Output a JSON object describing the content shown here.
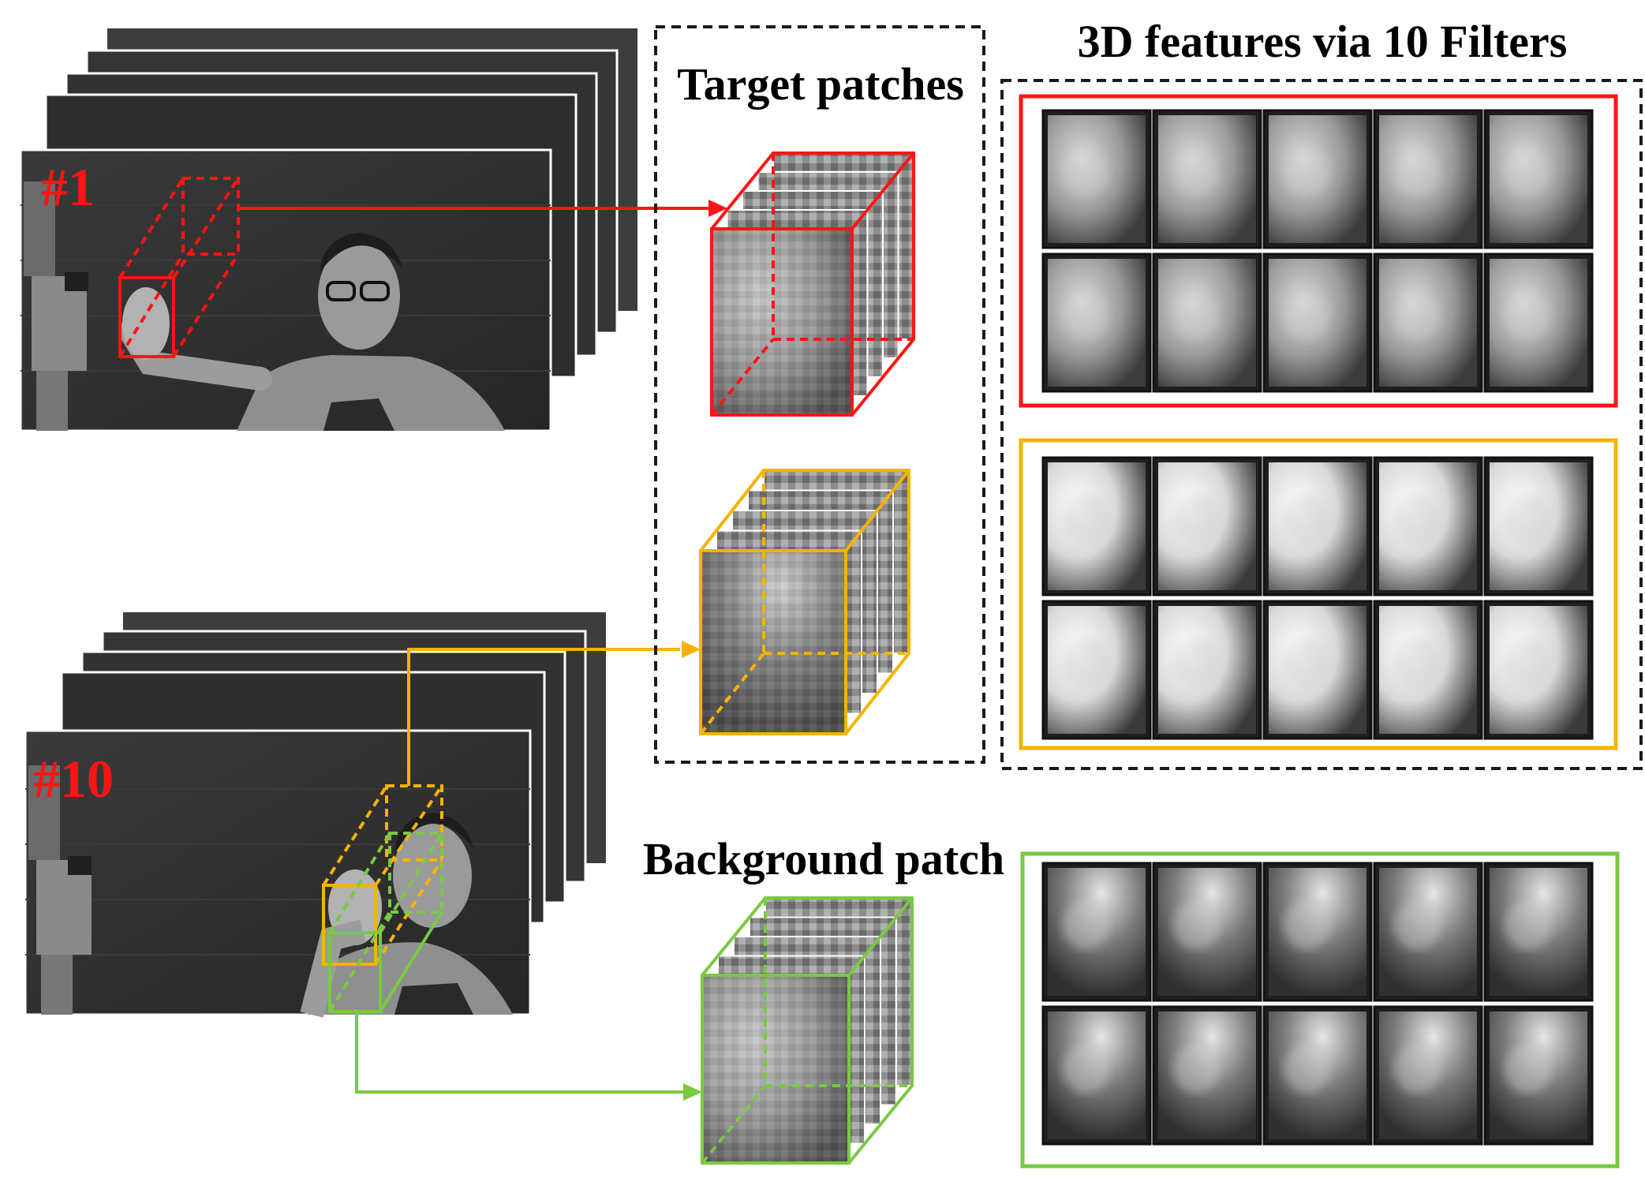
{
  "labels": {
    "features_title": "3D features via 10 Filters",
    "target_patches": "Target patches",
    "background_patch": "Background patch",
    "frame_first": "#1",
    "frame_tenth": "#10"
  },
  "colors": {
    "target_first": "#ff1414",
    "target_tenth": "#f5b300",
    "background": "#7ac943",
    "dashed_box": "#1a1a1a",
    "label_red": "#ff1414"
  },
  "feature_groups": [
    {
      "name": "target-first",
      "color_key": "target_first",
      "rows": 2,
      "cols": 5
    },
    {
      "name": "target-tenth",
      "color_key": "target_tenth",
      "rows": 2,
      "cols": 5
    },
    {
      "name": "background",
      "color_key": "background",
      "rows": 2,
      "cols": 5
    }
  ]
}
